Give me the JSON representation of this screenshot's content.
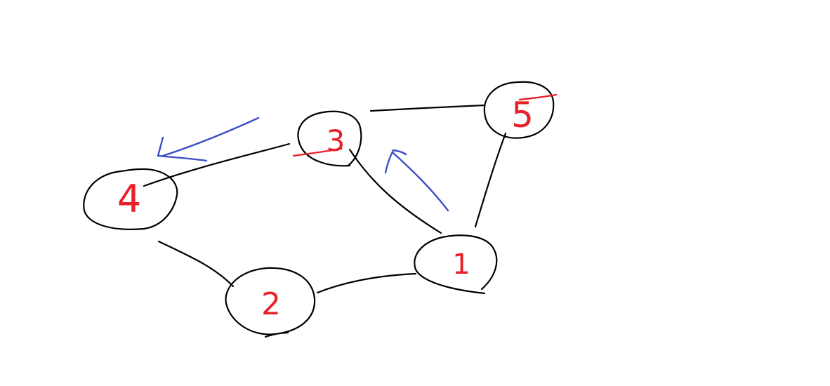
{
  "colors": {
    "background": "#ffffff",
    "node_outline": "#000000",
    "edge": "#000000",
    "label": "#e8202a",
    "arrow": "#3f4fc4"
  },
  "graph": {
    "nodes": [
      {
        "id": "node-1",
        "label": "1"
      },
      {
        "id": "node-2",
        "label": "2"
      },
      {
        "id": "node-3",
        "label": "3"
      },
      {
        "id": "node-4",
        "label": "4"
      },
      {
        "id": "node-5",
        "label": "5"
      }
    ],
    "edges": [
      {
        "from": "3",
        "to": "5"
      },
      {
        "from": "3",
        "to": "4"
      },
      {
        "from": "3",
        "to": "1"
      },
      {
        "from": "5",
        "to": "1"
      },
      {
        "from": "4",
        "to": "2"
      },
      {
        "from": "2",
        "to": "1"
      }
    ],
    "arrows": [
      {
        "from": "1",
        "to": "3",
        "color": "arrow"
      },
      {
        "from": "3",
        "to": "4",
        "color": "arrow"
      }
    ]
  }
}
